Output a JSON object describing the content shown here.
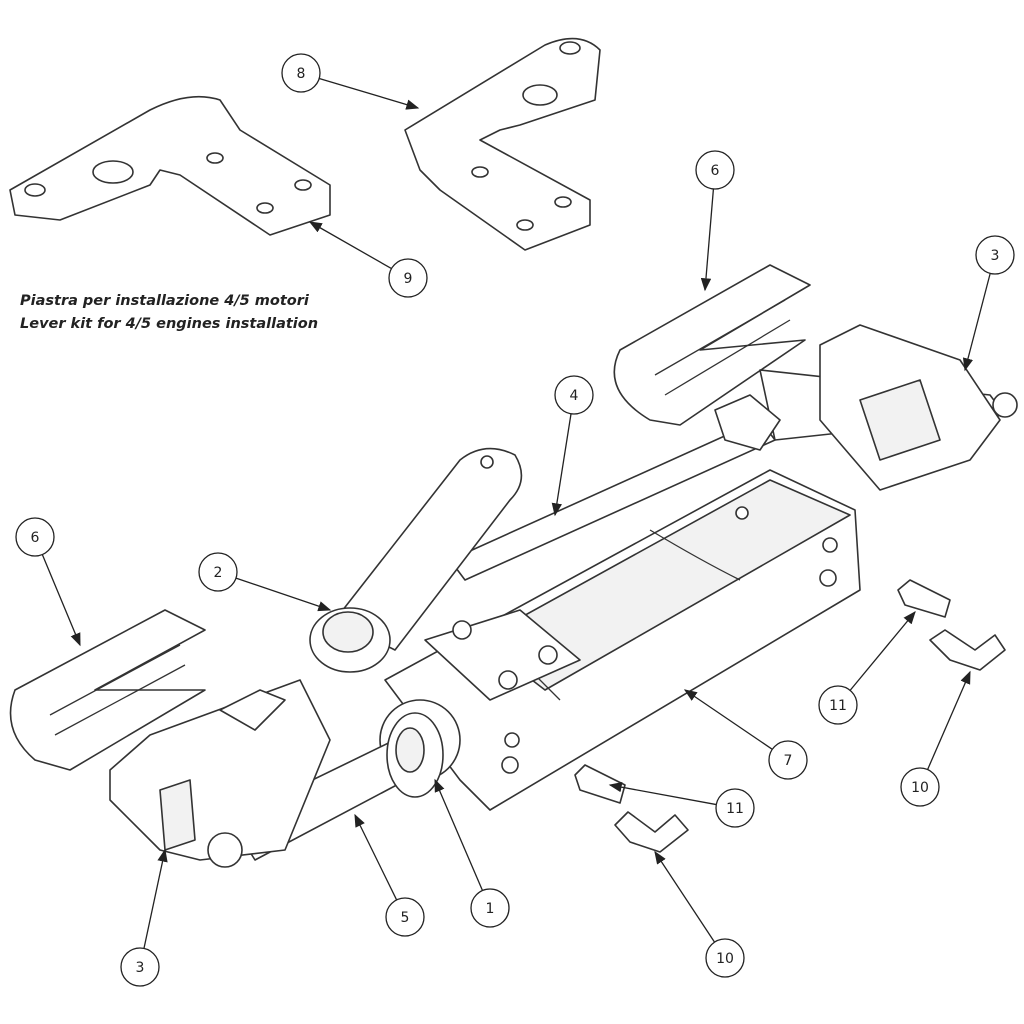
{
  "caption": {
    "line_it": "Piastra per installazione 4/5 motori",
    "line_en": "Lever kit for 4/5 engines installation"
  },
  "callouts": [
    "8",
    "9",
    "6",
    "3",
    "4",
    "6",
    "2",
    "11",
    "10",
    "7",
    "11",
    "1",
    "5",
    "10",
    "3"
  ],
  "colors": {
    "line": "#333333",
    "background": "#ffffff"
  }
}
